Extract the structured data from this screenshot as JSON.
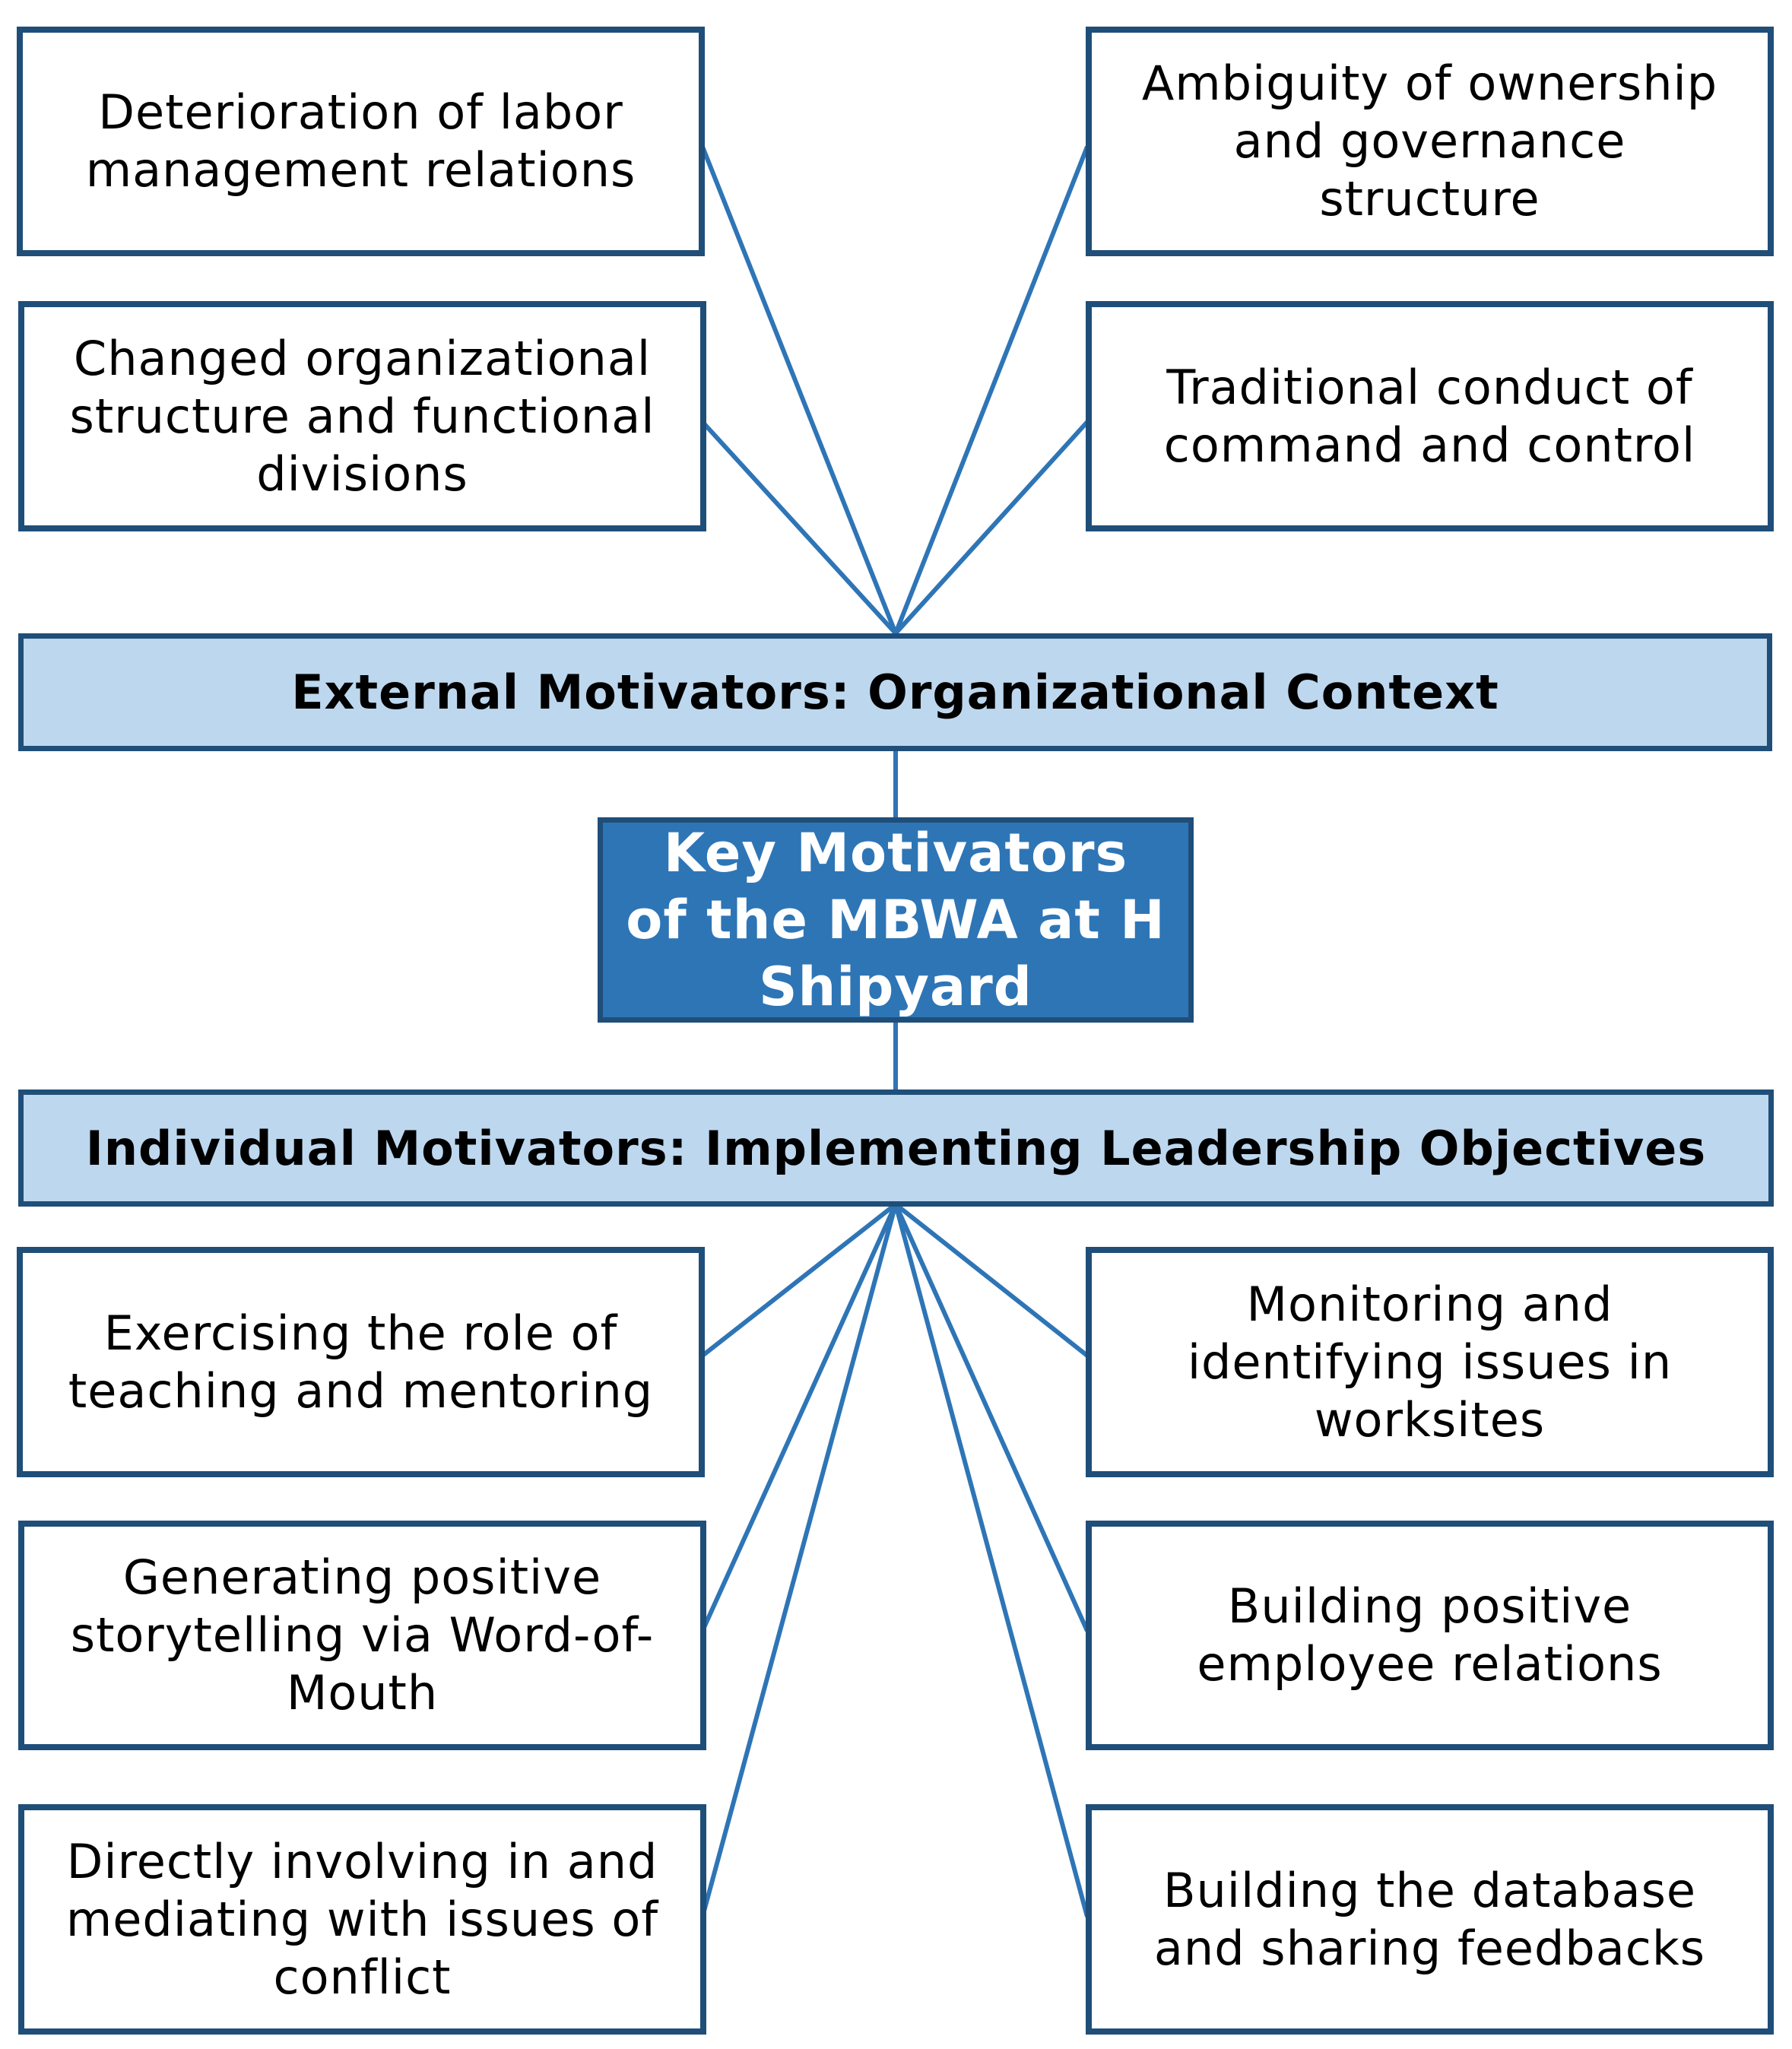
{
  "center": {
    "label": "Key Motivators of the MBWA at H Shipyard"
  },
  "external": {
    "label": "External Motivators: Organizational Context",
    "items": [
      "Deterioration of labor management relations",
      "Ambiguity of ownership and governance structure",
      "Changed organizational structure and functional divisions",
      "Traditional conduct of command and control"
    ]
  },
  "individual": {
    "label": "Individual Motivators: Implementing Leadership Objectives",
    "items": [
      "Exercising the role of teaching and mentoring",
      "Monitoring and identifying issues in worksites",
      "Generating positive storytelling via Word-of-Mouth",
      "Building positive employee relations",
      "Directly involving in and mediating with issues of conflict",
      "Building the database and sharing feedbacks"
    ]
  },
  "colors": {
    "border": "#1f4e79",
    "line": "#2e75b6",
    "band": "#bdd7ee",
    "center": "#2e75b6"
  }
}
